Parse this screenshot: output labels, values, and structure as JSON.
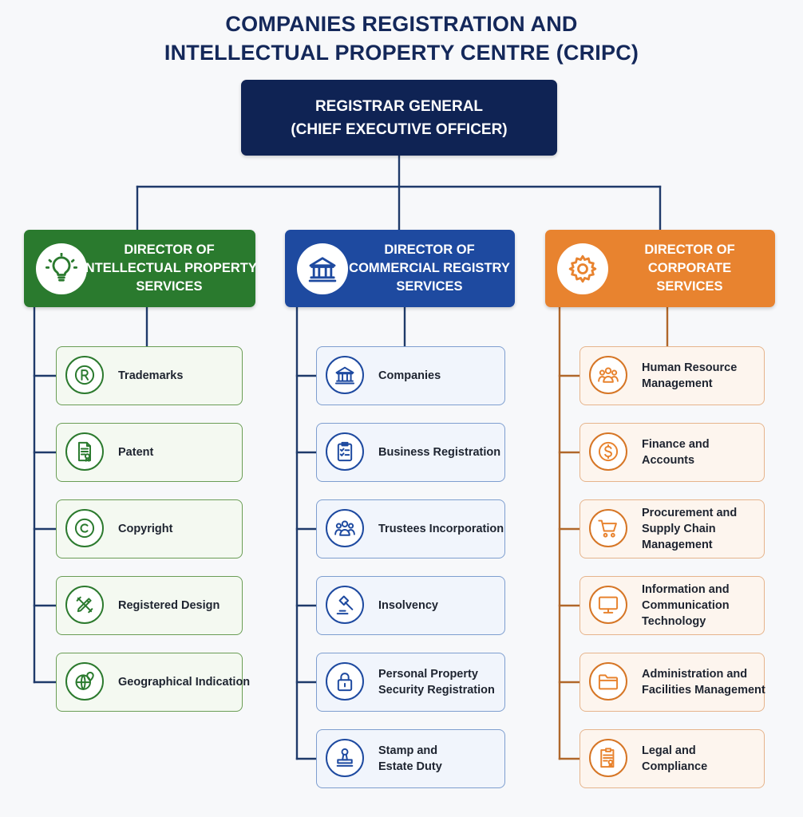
{
  "title": {
    "line1": "COMPANIES REGISTRATION AND",
    "line2": "INTELLECTUAL PROPERTY CENTRE (CRIPC)"
  },
  "colors": {
    "navy": "#0f2354",
    "green": "#2a7a2e",
    "blue": "#1e4aa0",
    "orange": "#e8832f"
  },
  "registrar": {
    "line1": "REGISTRAR GENERAL",
    "line2": "(CHIEF EXECUTIVE OFFICER)"
  },
  "directors": [
    {
      "lines": [
        "DIRECTOR OF",
        "INTELLECTUAL PROPERTY",
        "SERVICES"
      ],
      "icon": "lightbulb-icon",
      "units": [
        {
          "lines": [
            "Trademarks"
          ],
          "icon": "registered-trademark-icon"
        },
        {
          "lines": [
            "Patent"
          ],
          "icon": "patent-document-icon"
        },
        {
          "lines": [
            "Copyright"
          ],
          "icon": "copyright-icon"
        },
        {
          "lines": [
            "Registered Design"
          ],
          "icon": "design-tools-icon"
        },
        {
          "lines": [
            "Geographical Indication"
          ],
          "icon": "globe-pin-icon"
        }
      ]
    },
    {
      "lines": [
        "DIRECTOR OF",
        "COMMERCIAL REGISTRY",
        "SERVICES"
      ],
      "icon": "bank-building-icon",
      "units": [
        {
          "lines": [
            "Companies"
          ],
          "icon": "bank-building-icon"
        },
        {
          "lines": [
            "Business Registration"
          ],
          "icon": "clipboard-checklist-icon"
        },
        {
          "lines": [
            "Trustees Incorporation"
          ],
          "icon": "people-group-icon"
        },
        {
          "lines": [
            "Insolvency"
          ],
          "icon": "gavel-icon"
        },
        {
          "lines": [
            "Personal Property",
            "Security Registration"
          ],
          "icon": "padlock-icon"
        },
        {
          "lines": [
            "Stamp and",
            "Estate Duty"
          ],
          "icon": "rubber-stamp-icon"
        }
      ]
    },
    {
      "lines": [
        "DIRECTOR OF",
        "CORPORATE",
        "SERVICES"
      ],
      "icon": "gear-icon",
      "units": [
        {
          "lines": [
            "Human Resource",
            "Management"
          ],
          "icon": "people-group-icon"
        },
        {
          "lines": [
            "Finance and",
            "Accounts"
          ],
          "icon": "dollar-icon"
        },
        {
          "lines": [
            "Procurement and",
            "Supply Chain",
            "Management"
          ],
          "icon": "shopping-cart-icon"
        },
        {
          "lines": [
            "Information and",
            "Communication",
            "Technology"
          ],
          "icon": "monitor-icon"
        },
        {
          "lines": [
            "Administration and",
            "Facilities Management"
          ],
          "icon": "folder-icon"
        },
        {
          "lines": [
            "Legal and",
            "Compliance"
          ],
          "icon": "legal-document-icon"
        }
      ]
    }
  ]
}
